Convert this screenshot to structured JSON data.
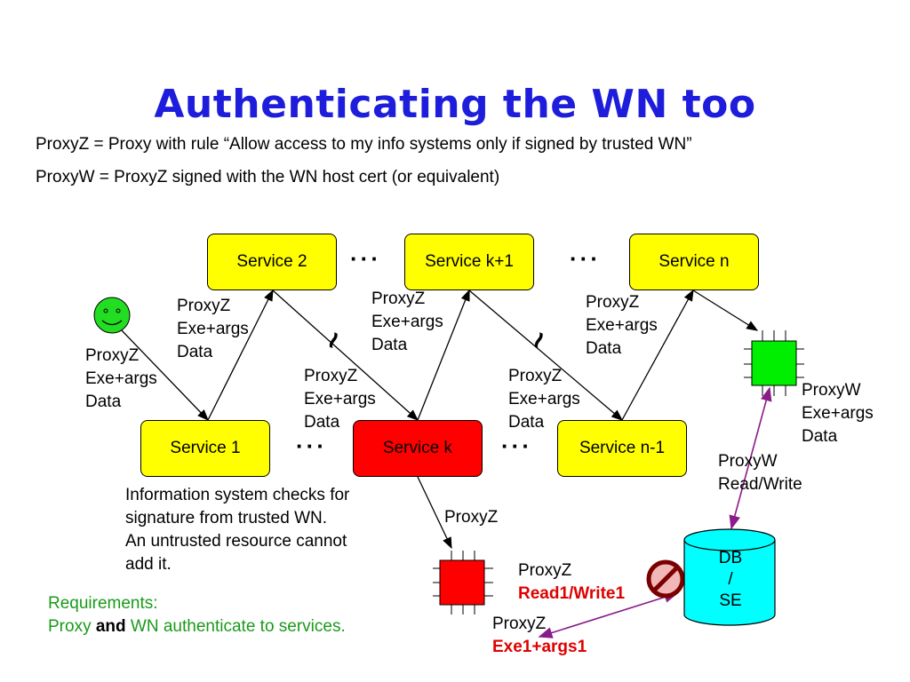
{
  "title": "Authenticating the WN too",
  "definitions": [
    "ProxyZ = Proxy with rule “Allow access to my info systems only if signed by trusted WN”",
    "ProxyW = ProxyZ signed with the WN host cert (or equivalent)"
  ],
  "services": {
    "s2": "Service 2",
    "sk1": "Service k+1",
    "sn": "Service n",
    "s1": "Service 1",
    "sk": "Service k",
    "sn1": "Service n-1"
  },
  "ellipsis": "···",
  "tilde": "~",
  "proxy_stack": [
    "ProxyZ",
    "Exe+args",
    "Data"
  ],
  "proxyw_stack": [
    "ProxyW",
    "Exe+args",
    "Data"
  ],
  "proxyw_rw": [
    "ProxyW",
    "Read/Write"
  ],
  "proxyz_label": "ProxyZ",
  "read_write": "Read1/Write1",
  "exe_args": "Exe1+args1",
  "db_se": [
    "DB",
    "/",
    "SE"
  ],
  "info_note": [
    "Information system checks for",
    "signature from trusted WN.",
    "An untrusted resource cannot",
    "add it."
  ],
  "requirements": {
    "heading": "Requirements:",
    "line_pre": "Proxy",
    "line_bold": "and",
    "line_post": "WN authenticate to services."
  },
  "colors": {
    "title": "#1d1ddb",
    "service": "#ffff00",
    "service_highlight": "#ff0000",
    "user_face": "#22dd22",
    "trusted_node": "#00ee00",
    "untrusted_node": "#ff0000",
    "db": "#00ffff",
    "access_arrow": "#8b1a8b",
    "requirements": "#1a9a1a"
  },
  "icons": [
    "user-smiley-icon",
    "trusted-worker-node-icon",
    "untrusted-worker-node-icon",
    "forbidden-icon",
    "database-cylinder-icon"
  ]
}
